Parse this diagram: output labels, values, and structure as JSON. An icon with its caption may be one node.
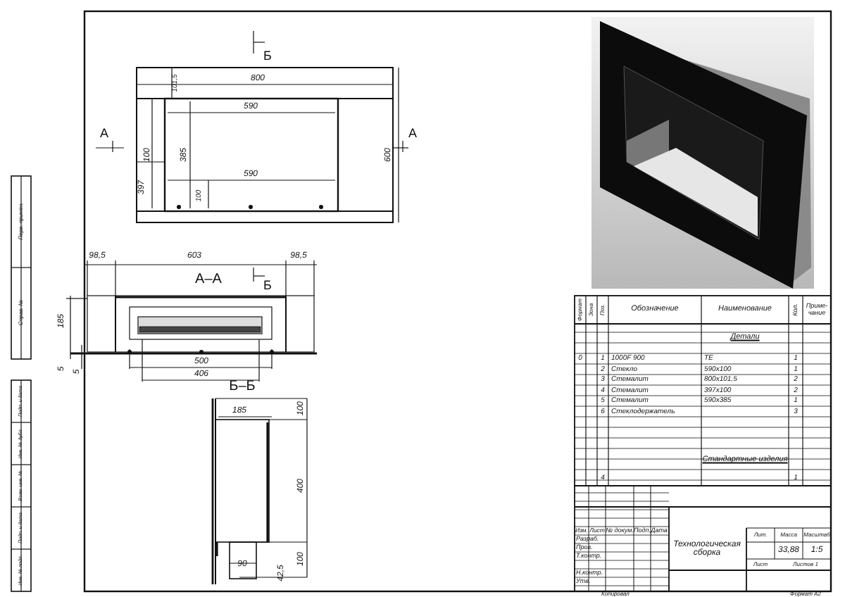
{
  "diagram": {
    "labels": [
      "Б",
      "800",
      "101,5",
      "590",
      "А",
      "А",
      "100",
      "385",
      "590",
      "600",
      "397",
      "100",
      "98,5",
      "603",
      "98,5",
      "А–А",
      "Б",
      "185",
      "5",
      "5",
      "500",
      "406",
      "Б–Б",
      "185",
      "100",
      "400",
      "100",
      "90",
      "42,5",
      "Формат",
      "Зона",
      "Поз.",
      "Обозначение",
      "Наименование",
      "Кол.",
      "Приме-чание",
      "Детали",
      "0",
      "1",
      "1000F 900",
      "ТЕ",
      "1",
      "2",
      "Стекло",
      "590x100",
      "1",
      "3",
      "Стемалит",
      "800x101,5",
      "2",
      "4",
      "Стемалит",
      "397x100",
      "2",
      "5",
      "Стемалит",
      "590x385",
      "1",
      "6",
      "Стеклодержатель",
      "3",
      "Стандартные изделия",
      "4",
      "1",
      "Изм.",
      "Лист",
      "№ докум.",
      "Подп.",
      "Дата",
      "Разраб.",
      "Пров.",
      "Т.контр.",
      "Н.контр.",
      "Утв.",
      "Технологическая сборка",
      "Лит.",
      "Масса",
      "Масштаб",
      "33,88",
      "1:5",
      "Лист",
      "Листов 1",
      "Копировал",
      "Формат A2",
      "Перв. примен.",
      "Справ. №",
      "Подп. и дата",
      "Инв. № дубл.",
      "Взам. инв. №",
      "Подп. и дата",
      "Инв. № подл."
    ]
  }
}
